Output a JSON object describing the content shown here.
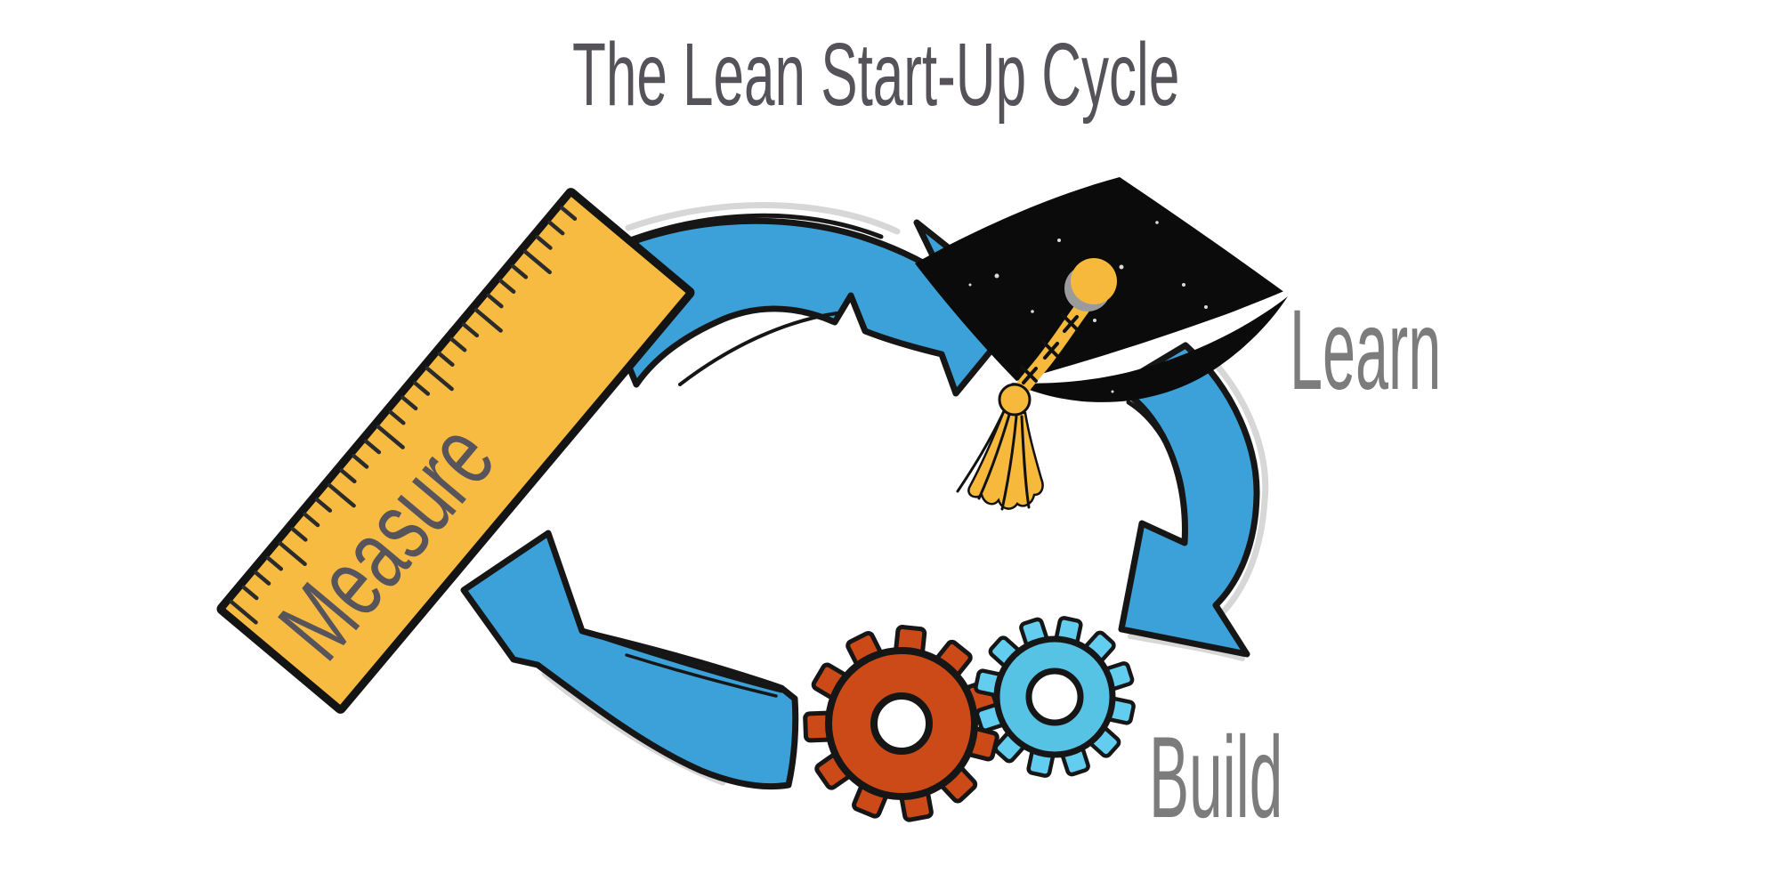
{
  "title": "The Lean Start-Up Cycle",
  "cycle": {
    "steps": [
      {
        "id": "build",
        "label": "Build",
        "icon": "gears-icon"
      },
      {
        "id": "measure",
        "label": "Measure",
        "icon": "ruler-icon"
      },
      {
        "id": "learn",
        "label": "Learn",
        "icon": "graduation-cap-icon"
      }
    ]
  },
  "colors": {
    "arrow_blue": "#3BA1D8",
    "outline": "#161616",
    "ruler_yellow": "#F8BB41",
    "ruler_text": "#58545C",
    "cap_black": "#0B0B0B",
    "tassel_yellow": "#F6B93C",
    "gear_orange": "#CC4A18",
    "gear_blue": "#56C3E4",
    "gear_blue_teeth": "#63CDEF",
    "title_gray": "#56525A",
    "label_gray": "#7C7C7C",
    "shadow_gray": "#C2C2C2"
  }
}
